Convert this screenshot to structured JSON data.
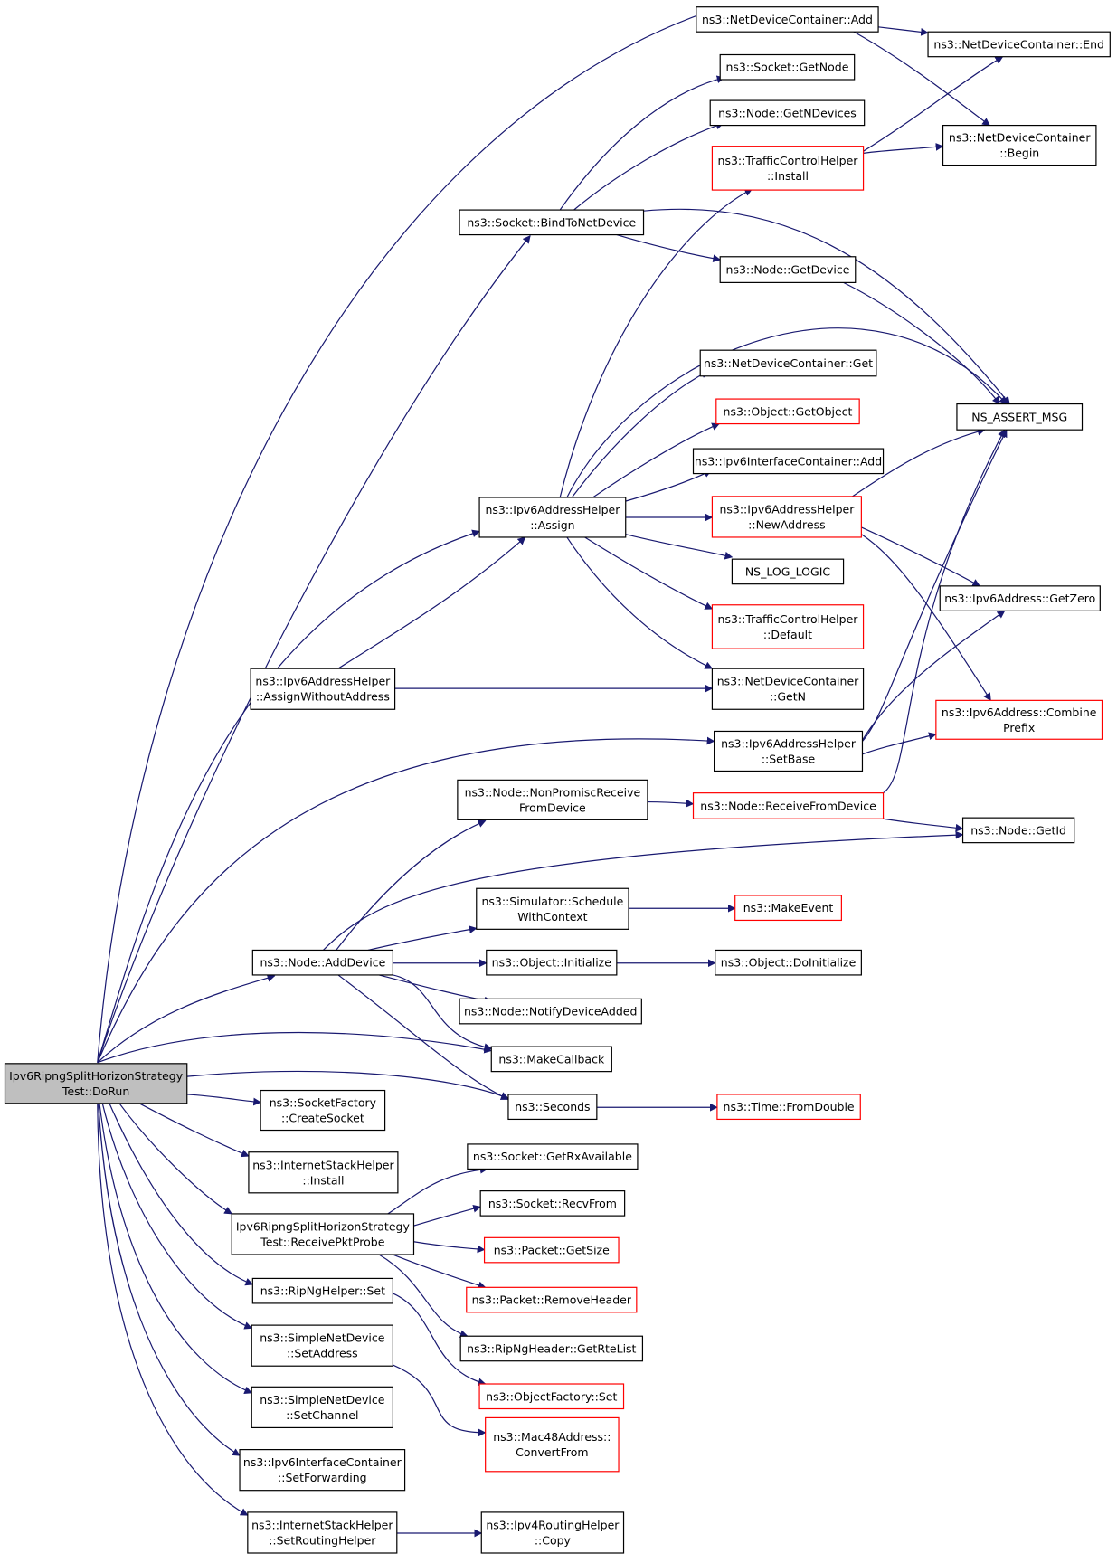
{
  "colors": {
    "edge": "#191970",
    "normal_border": "#000000",
    "truncated_border": "#ff0000",
    "root_fill": "#bfbfbf",
    "node_fill": "#ffffff"
  },
  "nodes": {
    "root": {
      "lines": [
        "Ipv6RipngSplitHorizonStrategy",
        "Test::DoRun"
      ],
      "style": "root"
    },
    "ndc_add": {
      "lines": [
        "ns3::NetDeviceContainer::Add"
      ],
      "style": "normal"
    },
    "ndc_end": {
      "lines": [
        "ns3::NetDeviceContainer::End"
      ],
      "style": "normal"
    },
    "socket_getnode": {
      "lines": [
        "ns3::Socket::GetNode"
      ],
      "style": "normal"
    },
    "node_getndevices": {
      "lines": [
        "ns3::Node::GetNDevices"
      ],
      "style": "normal"
    },
    "ndc_begin": {
      "lines": [
        "ns3::NetDeviceContainer",
        "::Begin"
      ],
      "style": "normal"
    },
    "tch_install": {
      "lines": [
        "ns3::TrafficControlHelper",
        "::Install"
      ],
      "style": "truncated"
    },
    "socket_bind": {
      "lines": [
        "ns3::Socket::BindToNetDevice"
      ],
      "style": "normal"
    },
    "node_getdevice": {
      "lines": [
        "ns3::Node::GetDevice"
      ],
      "style": "normal"
    },
    "ndc_get": {
      "lines": [
        "ns3::NetDeviceContainer::Get"
      ],
      "style": "normal"
    },
    "ns_assert": {
      "lines": [
        "NS_ASSERT_MSG"
      ],
      "style": "normal"
    },
    "obj_getobject": {
      "lines": [
        "ns3::Object::GetObject"
      ],
      "style": "truncated"
    },
    "ipv6ic_add": {
      "lines": [
        "ns3::Ipv6InterfaceContainer::Add"
      ],
      "style": "normal"
    },
    "ipv6ah_assign": {
      "lines": [
        "ns3::Ipv6AddressHelper",
        "::Assign"
      ],
      "style": "normal"
    },
    "ipv6ah_newaddr": {
      "lines": [
        "ns3::Ipv6AddressHelper",
        "::NewAddress"
      ],
      "style": "truncated"
    },
    "ns_log_logic": {
      "lines": [
        "NS_LOG_LOGIC"
      ],
      "style": "normal"
    },
    "ipv6addr_getzero": {
      "lines": [
        "ns3::Ipv6Address::GetZero"
      ],
      "style": "normal"
    },
    "tch_default": {
      "lines": [
        "ns3::TrafficControlHelper",
        "::Default"
      ],
      "style": "truncated"
    },
    "ipv6ah_assignwo": {
      "lines": [
        "ns3::Ipv6AddressHelper",
        "::AssignWithoutAddress"
      ],
      "style": "normal"
    },
    "ndc_getn": {
      "lines": [
        "ns3::NetDeviceContainer",
        "::GetN"
      ],
      "style": "normal"
    },
    "ipv6addr_combine": {
      "lines": [
        "ns3::Ipv6Address::Combine",
        "Prefix"
      ],
      "style": "truncated"
    },
    "ipv6ah_setbase": {
      "lines": [
        "ns3::Ipv6AddressHelper",
        "::SetBase"
      ],
      "style": "normal"
    },
    "node_nonpromisc": {
      "lines": [
        "ns3::Node::NonPromiscReceive",
        "FromDevice"
      ],
      "style": "normal"
    },
    "node_receive": {
      "lines": [
        "ns3::Node::ReceiveFromDevice"
      ],
      "style": "truncated"
    },
    "node_getid": {
      "lines": [
        "ns3::Node::GetId"
      ],
      "style": "normal"
    },
    "sim_schedule": {
      "lines": [
        "ns3::Simulator::Schedule",
        "WithContext"
      ],
      "style": "normal"
    },
    "makeevent": {
      "lines": [
        "ns3::MakeEvent"
      ],
      "style": "truncated"
    },
    "node_adddevice": {
      "lines": [
        "ns3::Node::AddDevice"
      ],
      "style": "normal"
    },
    "obj_initialize": {
      "lines": [
        "ns3::Object::Initialize"
      ],
      "style": "normal"
    },
    "obj_doinitialize": {
      "lines": [
        "ns3::Object::DoInitialize"
      ],
      "style": "normal"
    },
    "node_notify": {
      "lines": [
        "ns3::Node::NotifyDeviceAdded"
      ],
      "style": "normal"
    },
    "makecallback": {
      "lines": [
        "ns3::MakeCallback"
      ],
      "style": "normal"
    },
    "seconds": {
      "lines": [
        "ns3::Seconds"
      ],
      "style": "normal"
    },
    "time_fromdouble": {
      "lines": [
        "ns3::Time::FromDouble"
      ],
      "style": "truncated"
    },
    "sf_createsocket": {
      "lines": [
        "ns3::SocketFactory",
        "::CreateSocket"
      ],
      "style": "normal"
    },
    "ish_install": {
      "lines": [
        "ns3::InternetStackHelper",
        "::Install"
      ],
      "style": "normal"
    },
    "socket_getrx": {
      "lines": [
        "ns3::Socket::GetRxAvailable"
      ],
      "style": "normal"
    },
    "socket_recvfrom": {
      "lines": [
        "ns3::Socket::RecvFrom"
      ],
      "style": "normal"
    },
    "receivepktprobe": {
      "lines": [
        "Ipv6RipngSplitHorizonStrategy",
        "Test::ReceivePktProbe"
      ],
      "style": "normal"
    },
    "packet_getsize": {
      "lines": [
        "ns3::Packet::GetSize"
      ],
      "style": "truncated"
    },
    "packet_removeheader": {
      "lines": [
        "ns3::Packet::RemoveHeader"
      ],
      "style": "truncated"
    },
    "ripnghelper_set": {
      "lines": [
        "ns3::RipNgHelper::Set"
      ],
      "style": "normal"
    },
    "ripngheader_getrte": {
      "lines": [
        "ns3::RipNgHeader::GetRteList"
      ],
      "style": "normal"
    },
    "snd_setaddress": {
      "lines": [
        "ns3::SimpleNetDevice",
        "::SetAddress"
      ],
      "style": "normal"
    },
    "objfactory_set": {
      "lines": [
        "ns3::ObjectFactory::Set"
      ],
      "style": "truncated"
    },
    "snd_setchannel": {
      "lines": [
        "ns3::SimpleNetDevice",
        "::SetChannel"
      ],
      "style": "normal"
    },
    "mac48_convert": {
      "lines": [
        "ns3::Mac48Address::",
        "ConvertFrom"
      ],
      "style": "truncated"
    },
    "ipv6ic_setforwarding": {
      "lines": [
        "ns3::Ipv6InterfaceContainer",
        "::SetForwarding"
      ],
      "style": "normal"
    },
    "ish_setrouting": {
      "lines": [
        "ns3::InternetStackHelper",
        "::SetRoutingHelper"
      ],
      "style": "normal"
    },
    "ipv4rh_copy": {
      "lines": [
        "ns3::Ipv4RoutingHelper",
        "::Copy"
      ],
      "style": "normal"
    }
  }
}
